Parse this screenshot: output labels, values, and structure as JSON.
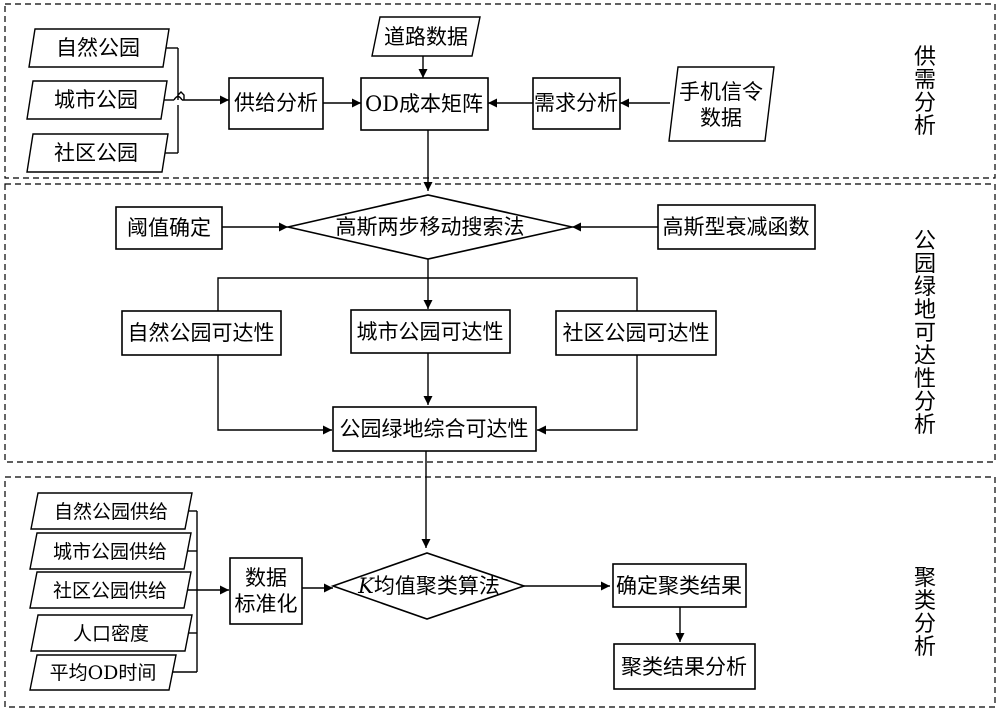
{
  "sections": {
    "supply_demand": [
      "供",
      "需",
      "分",
      "析"
    ],
    "accessibility": [
      "公",
      "园",
      "绿",
      "地",
      "可",
      "达",
      "性",
      "分",
      "析"
    ],
    "clustering": [
      "聚",
      "类",
      "分",
      "析"
    ]
  },
  "inputs": {
    "natural_park": "自然公园",
    "city_park": "城市公园",
    "community_park": "社区公园",
    "road_data": "道路数据",
    "mobile_signal_line1": "手机信令",
    "mobile_signal_line2": "数据"
  },
  "process": {
    "supply_analysis": "供给分析",
    "od_matrix": "OD成本矩阵",
    "demand_analysis": "需求分析",
    "threshold": "阈值确定",
    "g2sfca": "高斯两步移动搜索法",
    "gaussian_decay": "高斯型衰减函数",
    "natural_access": "自然公园可达性",
    "city_access": "城市公园可达性",
    "community_access": "社区公园可达性",
    "combined_access": "公园绿地综合可达性"
  },
  "cluster": {
    "natural_supply": "自然公园供给",
    "city_supply": "城市公园供给",
    "community_supply": "社区公园供给",
    "pop_density": "人口密度",
    "avg_od_time": "平均OD时间",
    "standardize_line1": "数据",
    "standardize_line2": "标准化",
    "kmeans_k": "K",
    "kmeans_rest": "均值聚类算法",
    "determine_result": "确定聚类结果",
    "result_analysis": "聚类结果分析"
  }
}
